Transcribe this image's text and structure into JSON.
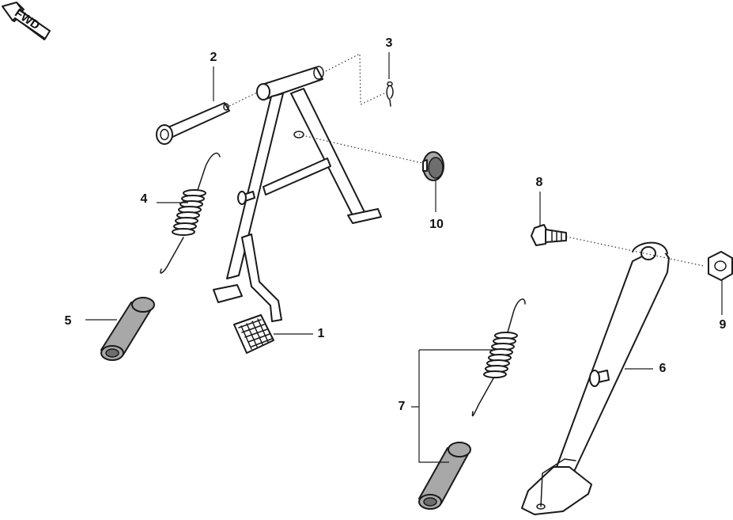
{
  "badge": {
    "text": "FWD"
  },
  "callouts": [
    {
      "id": "1",
      "label": "1"
    },
    {
      "id": "2",
      "label": "2"
    },
    {
      "id": "3",
      "label": "3"
    },
    {
      "id": "4",
      "label": "4"
    },
    {
      "id": "5",
      "label": "5"
    },
    {
      "id": "6",
      "label": "6"
    },
    {
      "id": "7",
      "label": "7"
    },
    {
      "id": "8",
      "label": "8"
    },
    {
      "id": "9",
      "label": "9"
    },
    {
      "id": "10",
      "label": "10"
    }
  ]
}
